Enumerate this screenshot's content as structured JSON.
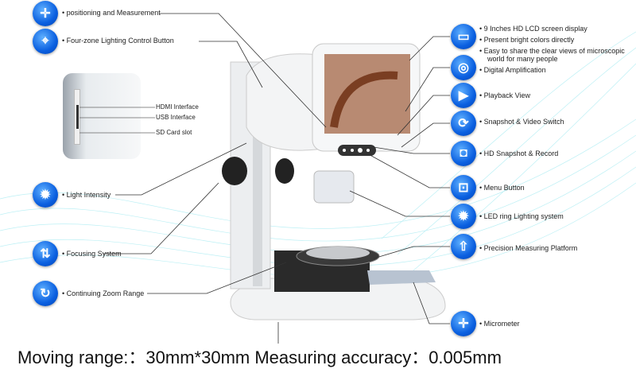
{
  "left_features": [
    {
      "icon": "crosshair-icon",
      "label": "positioning and Measurement"
    },
    {
      "icon": "target-icon",
      "label": "Four-zone Lighting Control Button"
    },
    {
      "icon": "bulb-icon",
      "label": "Light Intensity"
    },
    {
      "icon": "up-down-arrows-icon",
      "label": "Focusing System"
    },
    {
      "icon": "rotate-icon",
      "label": "Continuing Zoom Range"
    }
  ],
  "inset_labels": [
    "HDMI Interface",
    "USB Interface",
    "SD Card slot"
  ],
  "screen_feature": {
    "icon": "screen-icon",
    "lines": [
      "9 Inches HD LCD screen display",
      "Present bright colors directly",
      "Easy to share the clear views of microscopic",
      "world for many people"
    ]
  },
  "right_features": [
    {
      "icon": "zoom-circle-icon",
      "label": "Digital Amplification"
    },
    {
      "icon": "play-icon",
      "label": "Playback View"
    },
    {
      "icon": "switch-icon",
      "label": "Snapshot & Video Switch"
    },
    {
      "icon": "camera-icon",
      "label": "HD Snapshot & Record"
    },
    {
      "icon": "menu-icon",
      "label": "Menu Button"
    },
    {
      "icon": "bulb-icon",
      "label": "LED ring Lighting system"
    },
    {
      "icon": "platform-icon",
      "label": "Precision Measuring Platform"
    },
    {
      "icon": "crosshair-icon",
      "label": "Micrometer"
    }
  ],
  "footer": "Moving range:：30mm*30mm  Measuring accuracy：0.005mm",
  "colors": {
    "accent": "#0a5fe0",
    "wave": "#9fe6f0"
  }
}
